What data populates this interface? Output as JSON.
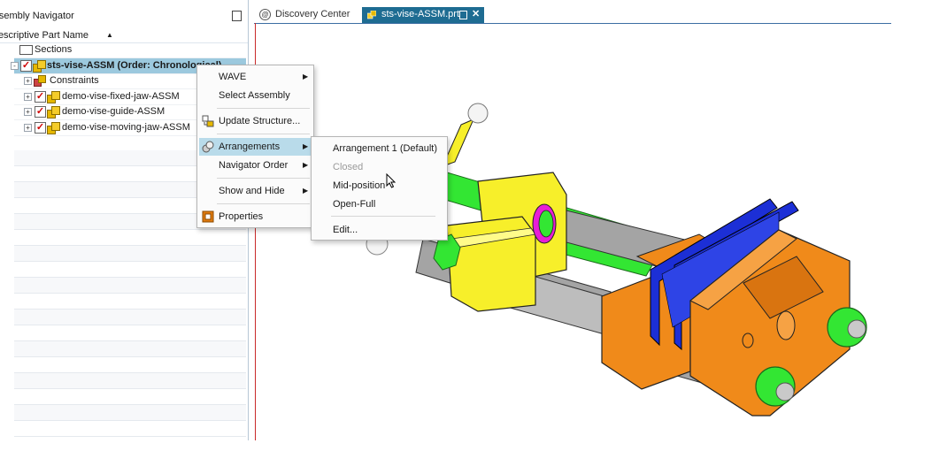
{
  "navigator": {
    "title": "Assembly Navigator",
    "column_header": "Descriptive Part Name",
    "sort_indicator": "▲",
    "tree": [
      {
        "label": "Sections",
        "expander": "",
        "icon": "folder-icon"
      },
      {
        "label": "sts-vise-ASSM (Order: Chronological)",
        "expander": "-",
        "icon": "assembly-icon",
        "checked": true,
        "selected": true
      },
      {
        "label": "Constraints",
        "expander": "+",
        "icon": "constraints-icon"
      },
      {
        "label": "demo-vise-fixed-jaw-ASSM",
        "expander": "+",
        "icon": "assembly-icon",
        "checked": true
      },
      {
        "label": "demo-vise-guide-ASSM",
        "expander": "+",
        "icon": "assembly-icon",
        "checked": true
      },
      {
        "label": "demo-vise-moving-jaw-ASSM",
        "expander": "+",
        "icon": "assembly-icon",
        "checked": true
      }
    ]
  },
  "tabs": {
    "discovery": "Discovery Center",
    "active": "sts-vise-ASSM.prt",
    "close": "✕"
  },
  "context_menu": {
    "items": [
      {
        "label": "WAVE",
        "submenu": true
      },
      {
        "label": "Select Assembly"
      },
      {
        "label": "Update Structure...",
        "icon": "update-structure-icon"
      },
      {
        "label": "Arrangements",
        "submenu": true,
        "icon": "arrangements-icon",
        "highlighted": true
      },
      {
        "label": "Navigator Order",
        "submenu": true
      },
      {
        "label": "Show and Hide",
        "submenu": true
      },
      {
        "label": "Properties",
        "icon": "properties-icon"
      }
    ]
  },
  "arrangements_menu": {
    "items": [
      {
        "label": "Arrangement 1 (Default)"
      },
      {
        "label": "Closed",
        "disabled": true
      },
      {
        "label": "Mid-position"
      },
      {
        "label": "Open-Full"
      },
      {
        "label": "Edit..."
      }
    ]
  },
  "colors": {
    "selection": "#9cc9de",
    "menu_highlight": "#b9dbea",
    "active_tab": "#1e6c92",
    "jaw_orange": "#f08a1a",
    "jaw_plate_blue": "#1c2fd6",
    "screw_green": "#33e633",
    "handle_yellow": "#f7ef2a",
    "guide_gray": "#9a9a9a"
  }
}
